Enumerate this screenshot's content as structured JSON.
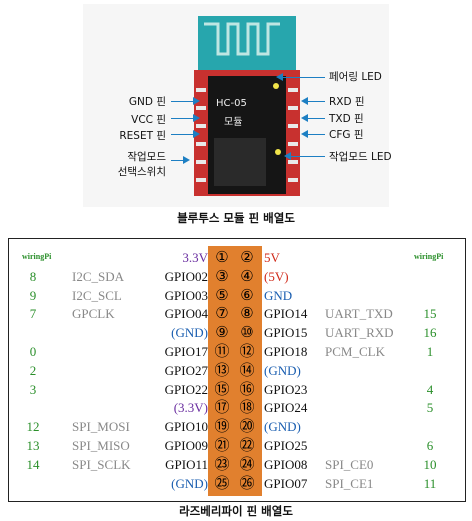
{
  "bt_module": {
    "module_text_top": "HC-05",
    "module_text_bottom": "모듈",
    "left_labels": [
      "GND 핀",
      "VCC 핀",
      "RESET 핀",
      "작업모드",
      "선택스위치"
    ],
    "right_labels": [
      "페어링 LED",
      "RXD 핀",
      "TXD 핀",
      "CFG 핀",
      "작업모드 LED"
    ],
    "caption": "블루투스 모듈 핀 배열도"
  },
  "gpio_table": {
    "header_left": "wiringPi",
    "header_right": "wiringPi",
    "caption": "라즈베리파이 핀 배열도",
    "colors": {
      "power33": "#6a2ea0",
      "power5": "#d02a1a",
      "gnd": "#1a5eb0",
      "wpi": "#2a8f2a",
      "alt": "#888888",
      "bar": "#e1802e"
    },
    "rows": [
      {
        "wl": "",
        "al": "",
        "gl": "3.3V",
        "gl_kind": "power33",
        "pl": "①",
        "pr": "②",
        "gr": "5V",
        "gr_kind": "power5",
        "ar": "",
        "wr": ""
      },
      {
        "wl": "8",
        "al": "I2C_SDA",
        "gl": "GPIO02",
        "gl_kind": "gpio",
        "pl": "③",
        "pr": "④",
        "gr": "(5V)",
        "gr_kind": "power5",
        "ar": "",
        "wr": ""
      },
      {
        "wl": "9",
        "al": "I2C_SCL",
        "gl": "GPIO03",
        "gl_kind": "gpio",
        "pl": "⑤",
        "pr": "⑥",
        "gr": "GND",
        "gr_kind": "gnd",
        "ar": "",
        "wr": ""
      },
      {
        "wl": "7",
        "al": "GPCLK",
        "gl": "GPIO04",
        "gl_kind": "gpio",
        "pl": "⑦",
        "pr": "⑧",
        "gr": "GPIO14",
        "gr_kind": "gpio",
        "ar": "UART_TXD",
        "wr": "15"
      },
      {
        "wl": "",
        "al": "",
        "gl": "(GND)",
        "gl_kind": "gnd",
        "pl": "⑨",
        "pr": "⑩",
        "gr": "GPIO15",
        "gr_kind": "gpio",
        "ar": "UART_RXD",
        "wr": "16"
      },
      {
        "wl": "0",
        "al": "",
        "gl": "GPIO17",
        "gl_kind": "gpio",
        "pl": "⑪",
        "pr": "⑫",
        "gr": "GPIO18",
        "gr_kind": "gpio",
        "ar": "PCM_CLK",
        "wr": "1"
      },
      {
        "wl": "2",
        "al": "",
        "gl": "GPIO27",
        "gl_kind": "gpio",
        "pl": "⑬",
        "pr": "⑭",
        "gr": "(GND)",
        "gr_kind": "gnd",
        "ar": "",
        "wr": ""
      },
      {
        "wl": "3",
        "al": "",
        "gl": "GPIO22",
        "gl_kind": "gpio",
        "pl": "⑮",
        "pr": "⑯",
        "gr": "GPIO23",
        "gr_kind": "gpio",
        "ar": "",
        "wr": "4"
      },
      {
        "wl": "",
        "al": "",
        "gl": "(3.3V)",
        "gl_kind": "power33",
        "pl": "⑰",
        "pr": "⑱",
        "gr": "GPIO24",
        "gr_kind": "gpio",
        "ar": "",
        "wr": "5"
      },
      {
        "wl": "12",
        "al": "SPI_MOSI",
        "gl": "GPIO10",
        "gl_kind": "gpio",
        "pl": "⑲",
        "pr": "⑳",
        "gr": "(GND)",
        "gr_kind": "gnd",
        "ar": "",
        "wr": ""
      },
      {
        "wl": "13",
        "al": "SPI_MISO",
        "gl": "GPIO09",
        "gl_kind": "gpio",
        "pl": "㉑",
        "pr": "㉒",
        "gr": "GPIO25",
        "gr_kind": "gpio",
        "ar": "",
        "wr": "6"
      },
      {
        "wl": "14",
        "al": "SPI_SCLK",
        "gl": "GPIO11",
        "gl_kind": "gpio",
        "pl": "㉓",
        "pr": "㉔",
        "gr": "GPIO08",
        "gr_kind": "gpio",
        "ar": "SPI_CE0",
        "wr": "10"
      },
      {
        "wl": "",
        "al": "",
        "gl": "(GND)",
        "gl_kind": "gnd",
        "pl": "㉕",
        "pr": "㉖",
        "gr": "GPIO07",
        "gr_kind": "gpio",
        "ar": "SPI_CE1",
        "wr": "11"
      }
    ]
  }
}
